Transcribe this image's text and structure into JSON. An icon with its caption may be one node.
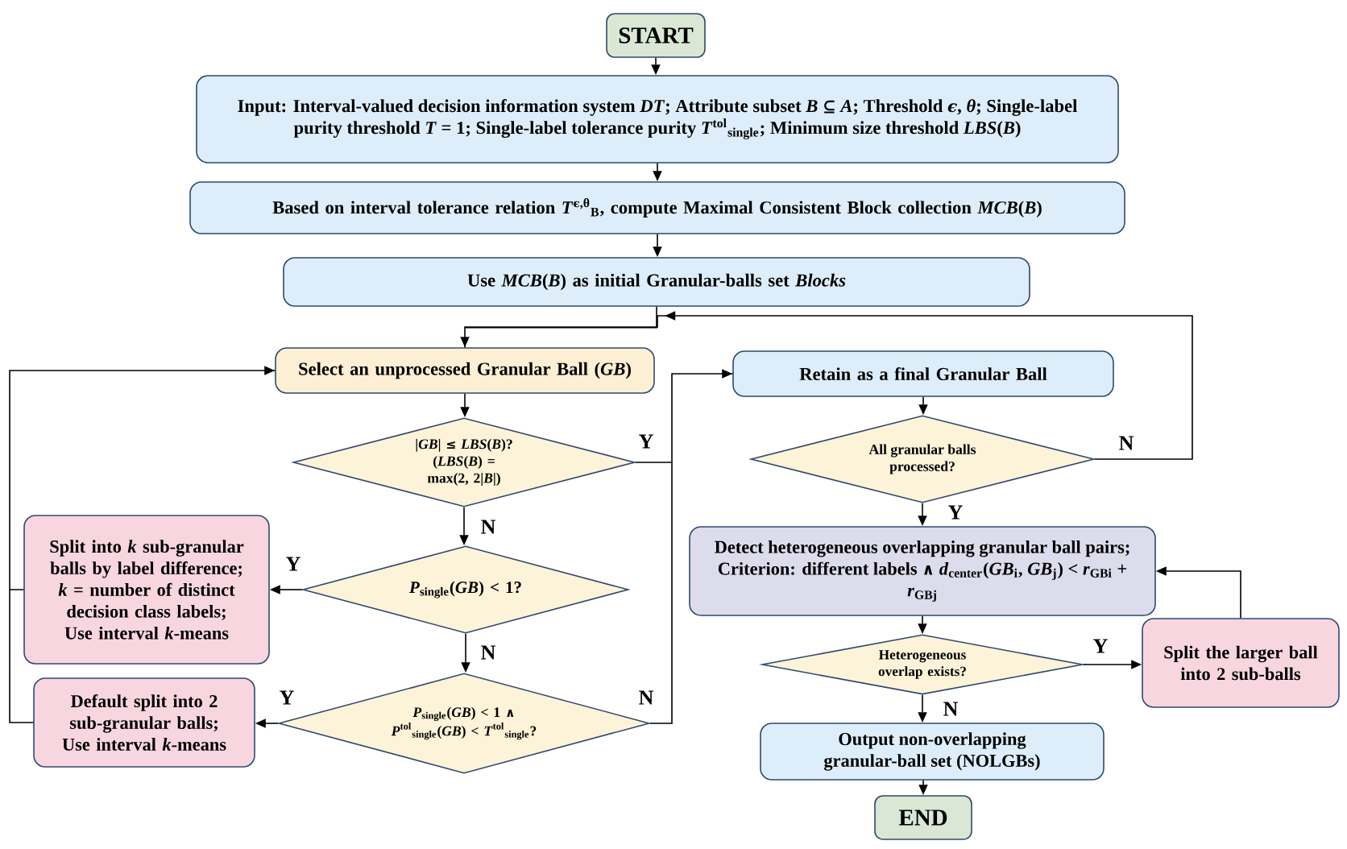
{
  "diagram": {
    "nodes": [
      {
        "text": [
          "START"
        ]
      },
      {
        "text": [
          "Input: Interval-valued decision information system *DT*; Attribute subset *B* ⊆ *A*; Threshold *ϵ*, *θ*; Single-label purity threshold *T* = 1; Single-label tolerance purity *T*$^{tol}$$_{single}$; Minimum size threshold *LBS*(*B*)"
        ]
      },
      {
        "text": [
          "Based on interval tolerance relation *T*$^{ϵ,θ}$$_{B}$, compute Maximal Consistent Block collection *MCB*(*B*)"
        ]
      },
      {
        "text": [
          "Use *MCB*(*B*) as initial Granular-balls set *Blocks*"
        ]
      },
      {
        "text": [
          "Select an unprocessed Granular Ball (*GB*)"
        ]
      },
      {
        "text": [
          "|*GB*| ≤ *LBS*(*B*)? (*LBS*(*B*) = max(2, 2|*B*|)"
        ]
      },
      {
        "text": [
          "*P*$_{single}$(*GB*) < 1?"
        ]
      },
      {
        "text": [
          "*P*$_{single}$(*GB*) < 1 ∧ *P*$^{tol}$$_{single}$(*GB*) < *T*$^{tol}$$_{single}$?"
        ]
      },
      {
        "text": [
          "Split into *k* sub-granular balls by label difference; *k* = number of distinct decision class labels; Use interval *k*-means"
        ]
      },
      {
        "text": [
          "Default split into 2 sub-granular balls; Use interval *k*-means"
        ]
      },
      {
        "text": [
          "Retain as a final Granular Ball"
        ]
      },
      {
        "text": [
          "All granular balls processed?"
        ]
      },
      {
        "text": [
          "Detect heterogeneous overlapping granular ball pairs; Criterion: different labels ∧ *d*$_{center}$(*GB*$_{i}$, *GB*$_{j}$) < *r*$_{GBi}$ + *r*$_{GBj}$"
        ]
      },
      {
        "text": [
          "Heterogeneous overlap exists?"
        ]
      },
      {
        "text": [
          "Split the larger ball into 2 sub-balls"
        ]
      },
      {
        "text": [
          "Output non-overlapping granular-ball set (NOLGBs)"
        ]
      },
      {
        "text": [
          "END"
        ]
      }
    ],
    "edges": [
      {
        "from": 0,
        "to": 1,
        "arrow": "to"
      },
      {
        "from": 1,
        "to": 2,
        "arrow": "to"
      },
      {
        "from": 2,
        "to": 3,
        "arrow": "to"
      },
      {
        "from": 3,
        "to": 4,
        "arrow": "to"
      },
      {
        "from": 4,
        "to": 5,
        "arrow": "to"
      },
      {
        "from": 5,
        "to": 10,
        "arrow": "to",
        "label": "Y"
      },
      {
        "from": 5,
        "to": 6,
        "arrow": "to",
        "label": "N"
      },
      {
        "from": 6,
        "to": 8,
        "arrow": "to",
        "label": "Y"
      },
      {
        "from": 6,
        "to": 7,
        "arrow": "to",
        "label": "N"
      },
      {
        "from": 7,
        "to": 9,
        "arrow": "to",
        "label": "Y"
      },
      {
        "from": 7,
        "to": 10,
        "arrow": "to",
        "label": "N"
      },
      {
        "from": 8,
        "to": 4,
        "arrow": "to"
      },
      {
        "from": 9,
        "to": 4,
        "arrow": "to"
      },
      {
        "from": 10,
        "to": 11,
        "arrow": "to"
      },
      {
        "from": 11,
        "to": 4,
        "arrow": "to",
        "label": "N"
      },
      {
        "from": 11,
        "to": 12,
        "arrow": "to",
        "label": "Y"
      },
      {
        "from": 12,
        "to": 13,
        "arrow": "to"
      },
      {
        "from": 13,
        "to": 14,
        "arrow": "to",
        "label": "Y"
      },
      {
        "from": 14,
        "to": 12,
        "arrow": "to"
      },
      {
        "from": 13,
        "to": 15,
        "arrow": "to",
        "label": "N"
      },
      {
        "from": 15,
        "to": 16,
        "arrow": "to"
      }
    ]
  }
}
